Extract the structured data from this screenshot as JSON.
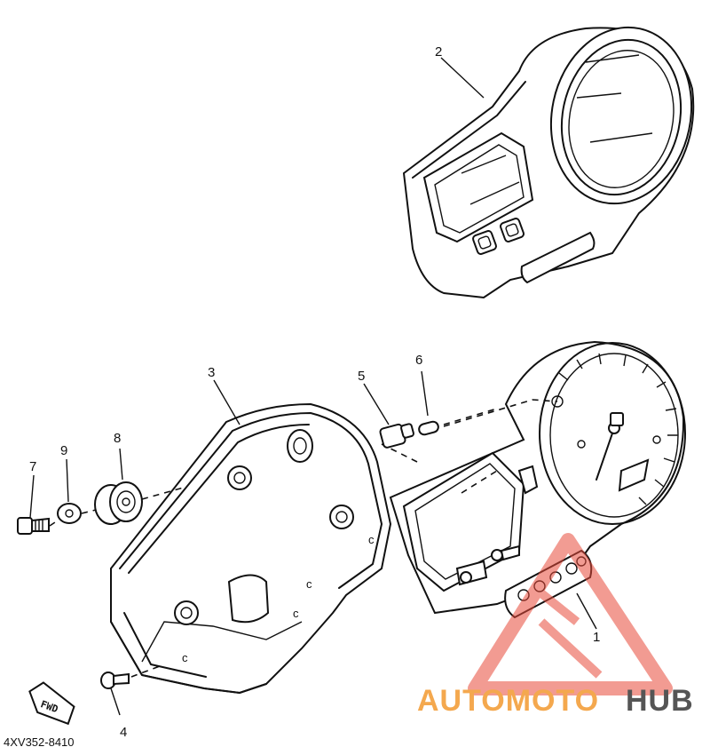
{
  "callouts": [
    {
      "num": "1"
    },
    {
      "num": "2"
    },
    {
      "num": "3"
    },
    {
      "num": "4"
    },
    {
      "num": "5"
    },
    {
      "num": "6"
    },
    {
      "num": "7"
    },
    {
      "num": "8"
    },
    {
      "num": "9"
    }
  ],
  "diagram_code": "4XV352-8410",
  "fwd_label": "FWD",
  "watermark": {
    "word1": "AUTOMOTO",
    "word2": "HUB",
    "color_primary": "#f4a84e",
    "color_secondary": "#555555",
    "triangle_color": "#e84a3a"
  }
}
